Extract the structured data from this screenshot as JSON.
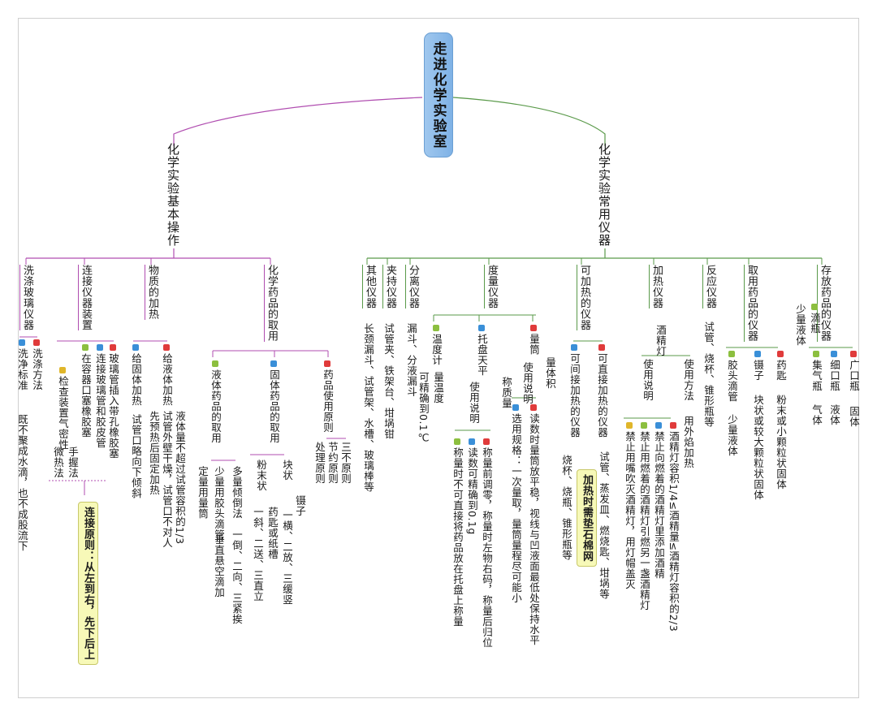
{
  "root": "走进化学实验室",
  "left": {
    "title": "化学实验基本操作",
    "cats": {
      "wash": "洗涤玻璃仪器",
      "connect": "连接仪器装置",
      "heat": "物质的加热",
      "take": "化学药品的取用"
    },
    "wash": {
      "method": "洗涤方法",
      "standard": "洗净标准",
      "standard_text": "既不聚成水滴，也不成股流下"
    },
    "connect": {
      "item1": "玻璃管插入带孔橡胶塞",
      "item2": "连接玻璃管和胶皮管",
      "item3": "在容器口塞橡胶塞",
      "item4": "检查装置气密性",
      "hand": "手握法",
      "heat_m": "微热法",
      "principle": "连接原则：从左到右，先下后上"
    },
    "heating": {
      "liquid": "给液体加热",
      "liq1": "液体量不超过试管容积的1/3",
      "liq2": "试管外壁干燥，试管口不对人",
      "liq3": "先预热后固定加热",
      "solid": "给固体加热",
      "solid1": "试管口略向下倾斜"
    },
    "taking": {
      "principle": "药品使用原则",
      "p1": "三不原则",
      "p2": "节约原则",
      "p3": "处理原则",
      "solid": "固体药品的取用",
      "block": "块状",
      "tweezers": "镊子",
      "block_m": "一横、二放、三缓竖",
      "powder": "粉末状",
      "spoon": "药匙或纸槽",
      "powder_m": "一斜、二送、三直立",
      "liquid": "液体药品的取用",
      "much": "多量倾倒法",
      "much_m": "一倒、二向、三紧挨",
      "little": "少量用胶头滴管",
      "little_m": "垂直悬空滴加",
      "fixed": "定量用量筒"
    }
  },
  "right": {
    "title": "化学实验常用仪器",
    "cats": {
      "other": "其他仪器",
      "other_t": "长颈漏斗、试管架、水槽、玻璃棒等",
      "clamp": "夹持仪器",
      "clamp_t": "试管夹、铁架台、坩埚钳",
      "sep": "分离仪器",
      "sep_t": "漏斗、分液漏斗",
      "measure": "度量仪器",
      "heatable": "可加热的仪器",
      "heater": "加热仪器",
      "lamp": "酒精灯",
      "react": "反应仪器",
      "react_t": "试管、烧杯、锥形瓶等",
      "takeinst": "取用药品的仪器",
      "store": "存放药品的仪器"
    },
    "measure": {
      "thermo": "温度计",
      "thermo_range": "量温度",
      "thermo_acc": "可精确到0.1℃",
      "balance": "托盘天平",
      "bal_weigh": "称质量",
      "bal_use": "使用说明",
      "bal1": "称量前调零，称量时左物右码，称量后归位",
      "bal2": "读数可精确到0.1g",
      "bal3": "称量时不可直接将药品放在托盘上称量",
      "cyl": "量筒",
      "cyl_vol": "量体积",
      "cyl_use": "使用说明",
      "cyl1": "读数时量筒放平稳，视线与凹液面最低处保持水平",
      "cyl2": "选用规格：一次量取，量筒量程尽可能小"
    },
    "heatable": {
      "indirect": "可间接加热的仪器",
      "indirect_t": "烧杯、烧瓶、锥形瓶等",
      "direct": "可直接加热的仪器",
      "direct_t": "试管、蒸发皿、燃烧匙、坩埚等",
      "note": "加热时需垫石棉网"
    },
    "lamp": {
      "use": "使用说明",
      "method": "使用方法",
      "method_t": "用外焰加热",
      "l1": "酒精灯容积1/4≤酒精量≤酒精灯容积的2/3",
      "l2": "禁止向燃着的酒精灯里添加酒精",
      "l3": "禁止用燃着的酒精灯引燃另一盏酒精灯",
      "l4": "禁止用嘴吹灭酒精灯，用灯帽盖灭"
    },
    "takeinst": {
      "dropper": "胶头滴管",
      "dropper_t": "少量液体",
      "tweezers": "镊子",
      "tweezers_t": "块状或较大颗粒状固体",
      "spoon": "药匙",
      "spoon_t": "粉末或小颗粒状固体"
    },
    "store": {
      "drop": "滴瓶",
      "drop_t": "少量液体",
      "gas": "集气瓶",
      "gas_t": "气体",
      "narrow": "细口瓶",
      "narrow_t": "液体",
      "wide": "广口瓶",
      "wide_t": "固体"
    }
  },
  "colors": {
    "left_branch": "#b04db0",
    "right_branch": "#5a9a4a",
    "root_fill": "#8fbcea"
  }
}
